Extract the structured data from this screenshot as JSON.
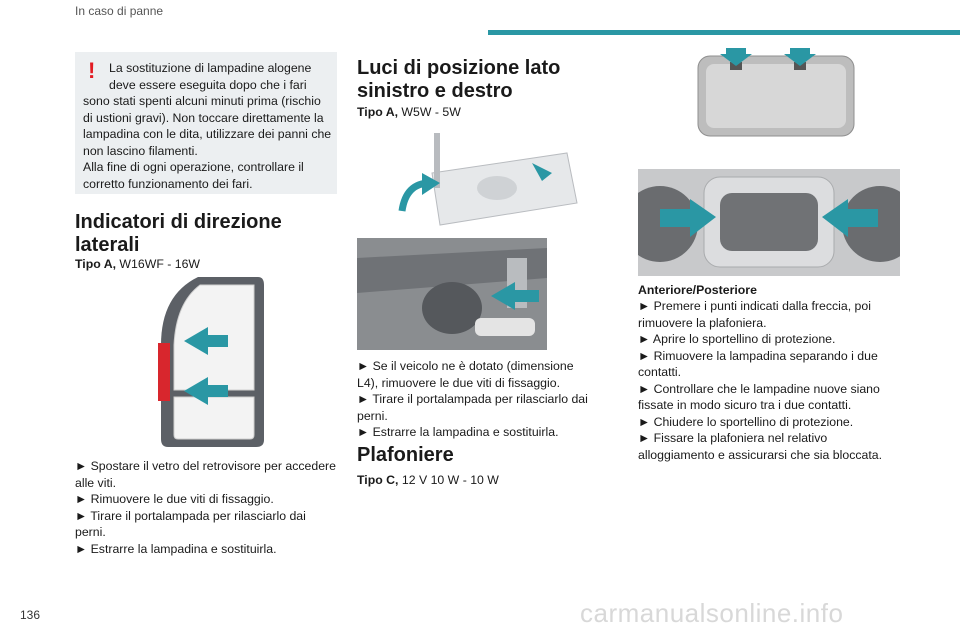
{
  "header": {
    "section": "In caso di panne"
  },
  "page_number": "136",
  "watermark": "carmanualsonline.info",
  "warning": {
    "icon": "exclamation-icon",
    "line1": "La sostituzione di lampadine alogene",
    "line2": "deve essere eseguita dopo che i fari",
    "rest": "sono stati spenti alcuni minuti prima (rischio di ustioni gravi). Non toccare direttamente la lampadina con le dita, utilizzare dei panni che non lascino filamenti.",
    "note": "Alla fine di ogni operazione, controllare il corretto funzionamento dei fari."
  },
  "indicatori": {
    "title": "Indicatori di direzione laterali",
    "tipo_label": "Tipo A,",
    "tipo_value": "W16WF - 16W",
    "steps": [
      "► Spostare il vetro del retrovisore per accedere alle viti.",
      "► Rimuovere le due viti di fissaggio.",
      "► Tirare il portalampada per rilasciarlo dai perni.",
      "► Estrarre la lampadina e sostituirla."
    ]
  },
  "luci": {
    "title": "Luci di posizione lato sinistro e destro",
    "tipo_label": "Tipo A,",
    "tipo_value": "W5W - 5W",
    "steps": [
      "► Se il veicolo ne è dotato (dimensione L4), rimuovere le due viti di fissaggio.",
      "► Tirare il portalampada per rilasciarlo dai perni.",
      "► Estrarre la lampadina e sostituirla."
    ]
  },
  "plafoniere": {
    "title": "Plafoniere",
    "tipo_label": "Tipo C,",
    "tipo_value": "12 V 10 W - 10 W",
    "subheading": "Anteriore/Posteriore",
    "steps": [
      "► Premere i punti indicati dalla freccia, poi rimuovere la plafoniera.",
      "► Aprire lo sportellino di protezione.",
      "► Rimuovere la lampadina separando i due contatti.",
      "► Controllare che le lampadine nuove siano fissate in modo sicuro tra i due contatti.",
      "► Chiudere lo sportellino di protezione.",
      "► Fissare la plafoniera nel relativo alloggiamento e assicurarsi che sia bloccata."
    ]
  },
  "colors": {
    "accent": "#2a97a4",
    "warning": "#e21b22",
    "arrow": "#2a97a4"
  }
}
